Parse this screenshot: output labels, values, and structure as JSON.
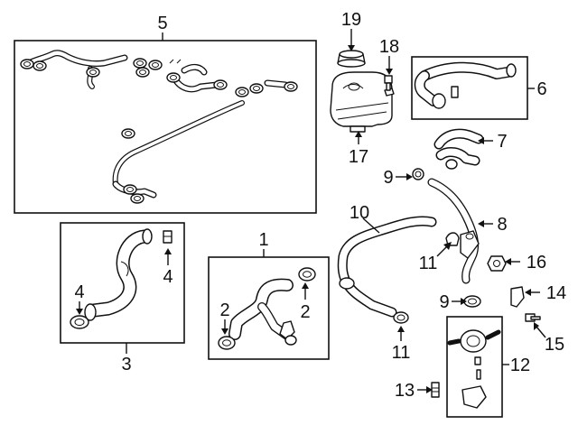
{
  "diagram": {
    "callouts": {
      "c1": "1",
      "c2a": "2",
      "c2b": "2",
      "c3": "3",
      "c4a": "4",
      "c4b": "4",
      "c5": "5",
      "c6": "6",
      "c7": "7",
      "c8": "8",
      "c9a": "9",
      "c9b": "9",
      "c10": "10",
      "c11a": "11",
      "c11b": "11",
      "c12": "12",
      "c13": "13",
      "c14": "14",
      "c15": "15",
      "c16": "16",
      "c17": "17",
      "c18": "18",
      "c19": "19"
    },
    "colors": {
      "ink": "#111111",
      "background": "#ffffff"
    },
    "parts": [
      "coolant-hose-assembly",
      "hose-clamp",
      "radiator-hose",
      "hose-clamp-small",
      "hose-kit-group",
      "upper-hose",
      "bypass-hose",
      "outlet-hose",
      "clamp",
      "heater-hose",
      "clamp-b",
      "water-pump",
      "stud",
      "bracket",
      "bolt",
      "nut",
      "reservoir-tank",
      "bleeder-screw",
      "reservoir-cap"
    ]
  }
}
